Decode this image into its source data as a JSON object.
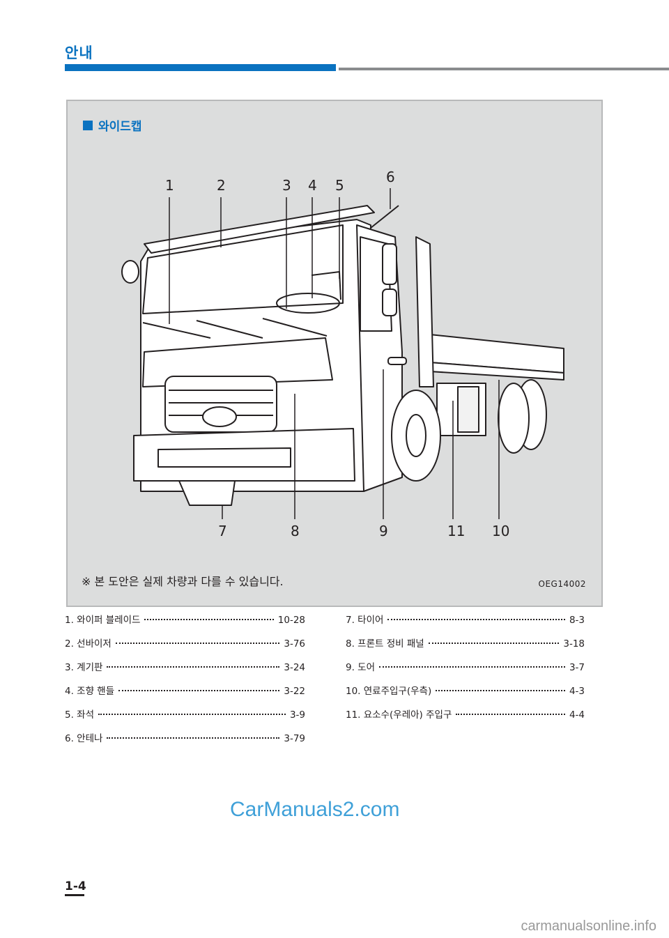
{
  "header": {
    "section_title": "안내"
  },
  "figure": {
    "heading": "와이드캡",
    "note": "※ 본 도안은 실제 차량과 다를 수 있습니다.",
    "code": "OEG14002",
    "callouts": [
      "1",
      "2",
      "3",
      "4",
      "5",
      "6",
      "7",
      "8",
      "9",
      "10",
      "11"
    ]
  },
  "toc_left": [
    {
      "label": "1. 와이퍼 블레이드",
      "page": "10-28"
    },
    {
      "label": "2. 선바이저",
      "page": "3-76"
    },
    {
      "label": "3. 계기판",
      "page": "3-24"
    },
    {
      "label": "4. 조향 핸들",
      "page": "3-22"
    },
    {
      "label": "5. 좌석",
      "page": "3-9"
    },
    {
      "label": "6. 안테나",
      "page": "3-79"
    }
  ],
  "toc_right": [
    {
      "label": "7. 타이어",
      "page": "8-3"
    },
    {
      "label": "8. 프론트 정비 패널",
      "page": "3-18"
    },
    {
      "label": "9. 도어",
      "page": "3-7"
    },
    {
      "label": "10. 연료주입구(우측)",
      "page": "4-3"
    },
    {
      "label": "11. 요소수(우레아) 주입구",
      "page": "4-4"
    }
  ],
  "watermark": "CarManuals2.com",
  "page_number": "1-4",
  "footer_site": "carmanualsonline.info",
  "colors": {
    "accent": "#0a72c0",
    "figure_bg": "#dcdddd",
    "rule_grey": "#8a8c8e"
  }
}
